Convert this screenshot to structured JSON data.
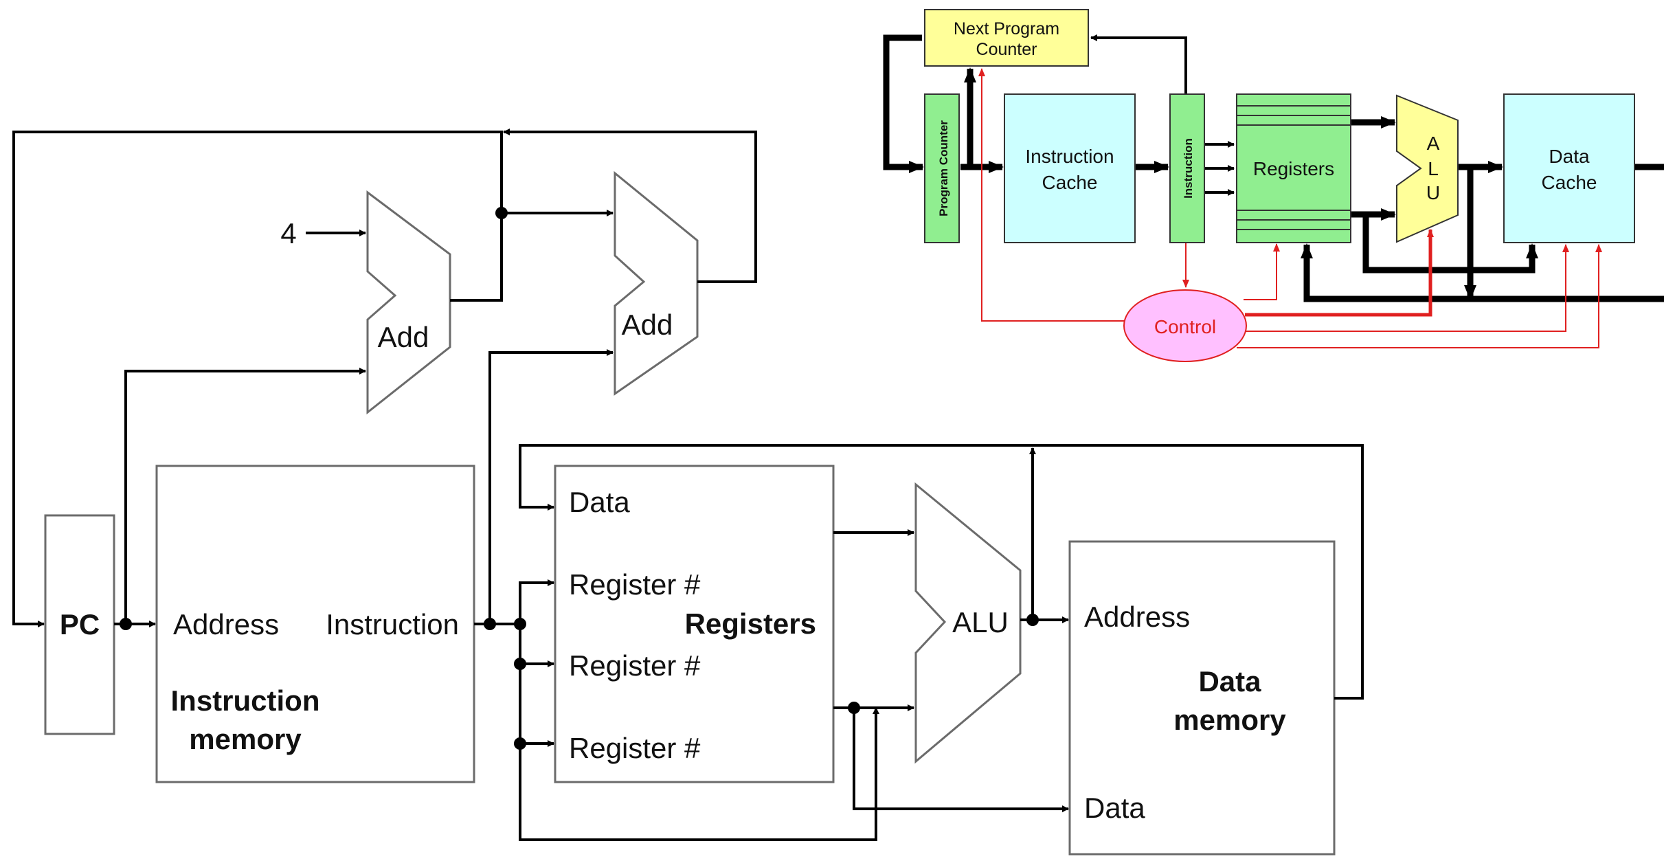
{
  "left_diagram": {
    "constant_four": "4",
    "adder1_label": "Add",
    "adder2_label": "Add",
    "pc_label": "PC",
    "imem_address": "Address",
    "imem_instruction": "Instruction",
    "imem_title_line1": "Instruction",
    "imem_title_line2": "memory",
    "reg_data": "Data",
    "reg_num1": "Register #",
    "reg_num2": "Register #",
    "reg_num3": "Register #",
    "reg_title": "Registers",
    "alu_label": "ALU",
    "dmem_address": "Address",
    "dmem_title_line1": "Data",
    "dmem_title_line2": "memory",
    "dmem_data": "Data"
  },
  "right_diagram": {
    "next_pc_line1": "Next Program",
    "next_pc_line2": "Counter",
    "program_counter": "Program Counter",
    "icache_line1": "Instruction",
    "icache_line2": "Cache",
    "instruction": "Instruction",
    "registers": "Registers",
    "alu_a": "A",
    "alu_l": "L",
    "alu_u": "U",
    "dcache_line1": "Data",
    "dcache_line2": "Cache",
    "control": "Control",
    "colors": {
      "yellow": "#ffff99",
      "green": "#90ee90",
      "cyan": "#ccffff",
      "pink": "#ffc0ff",
      "control_red": "#e02020"
    }
  }
}
